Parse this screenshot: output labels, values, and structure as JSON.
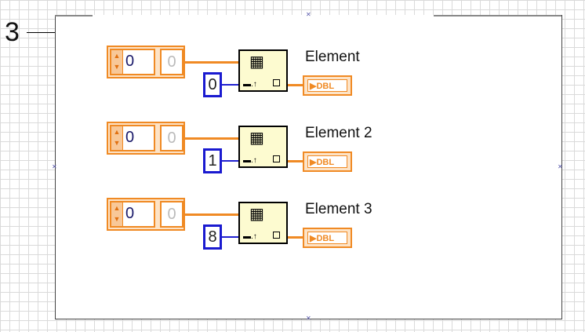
{
  "frame_label": "3",
  "rows": [
    {
      "array_index": "0",
      "array_element": "0",
      "index": "0",
      "label": "Element",
      "indicator_type": "DBL"
    },
    {
      "array_index": "0",
      "array_element": "0",
      "index": "1",
      "label": "Element 2",
      "indicator_type": "DBL"
    },
    {
      "array_index": "0",
      "array_element": "0",
      "index": "8",
      "label": "Element 3",
      "indicator_type": "DBL"
    }
  ],
  "colors": {
    "array_wire": "#f08a24",
    "int_wire": "#2020d0",
    "node_bg": "#fdfbd0"
  }
}
